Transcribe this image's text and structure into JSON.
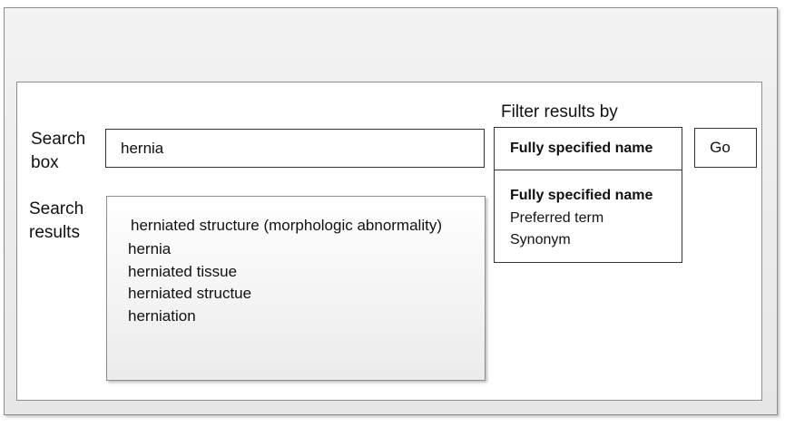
{
  "search": {
    "label": "Search\nbox",
    "value": "hernia"
  },
  "results": {
    "label": "Search\nresults",
    "items": [
      "herniated structure (morphologic abnormality)",
      "hernia",
      "herniated tissue",
      "herniated structue",
      "herniation"
    ]
  },
  "filter": {
    "label": "Filter results by",
    "selected": "Fully specified name",
    "options": [
      "Fully specified name",
      "Preferred term",
      "Synonym"
    ]
  },
  "go_button": {
    "label": "Go"
  }
}
